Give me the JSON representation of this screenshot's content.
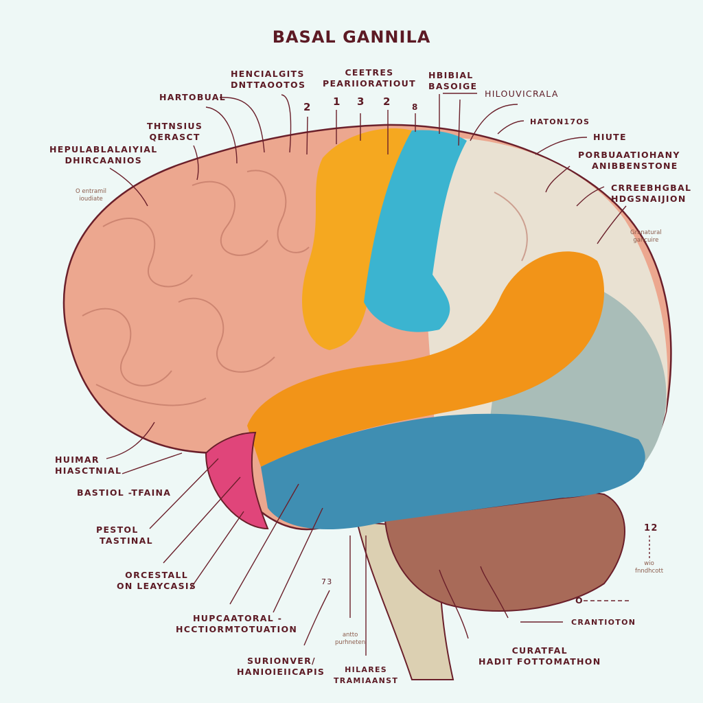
{
  "title": "BASAL GANNILA",
  "labels_top": {
    "hartobual": "HARTOBUAL",
    "hencialgits": [
      "HENCIALGITS",
      "DNTTAOOTOS"
    ],
    "ceetres": [
      "CEETRES",
      "PEARIIORATIOUT"
    ],
    "thtnsius": [
      "THTNSIUS",
      "QERASCT"
    ],
    "hepulablalaiyial": [
      "HEPULABLALAIYIAL",
      "DHIRCAANIOS"
    ],
    "o_entramil": [
      "O entramil",
      "ioudiate"
    ],
    "numbers": [
      "2",
      "1",
      "3",
      "2",
      "8"
    ],
    "hbibial": [
      "HBIBIAL",
      "BASOIGE"
    ],
    "hilouvicrala": "HILOUVICRALA",
    "haton17os": "HATON17OS",
    "hiute": "HIUTE",
    "porbuaatiohany": [
      "PORBUAATIOHANY",
      "ANIBBENSTONE"
    ],
    "crreebhgbal": [
      "CRREEBHGBAL",
      "HDGSNAIJION"
    ],
    "granatural": [
      "Granatural",
      "gancuire"
    ]
  },
  "labels_bottom": {
    "huimar": [
      "HUIMAR",
      "HIASCTNIAL"
    ],
    "bastiol": "BASTIOL -TFAINA",
    "pestol": [
      "PESTOL",
      "TASTINAL"
    ],
    "orcestall": [
      "ORCESTALL",
      "ON LEAYCASIS"
    ],
    "hupcaatoral": [
      "HUPCAATORAL -",
      "HCCTIORMTOTUATION"
    ],
    "suriônver": [
      "SURIONVER/",
      "HANIOIEIICAPIS"
    ],
    "num_73": "73",
    "anto": [
      "antto",
      "purhneten"
    ],
    "hilares": [
      "HILARES",
      "TRAMIAANST"
    ],
    "curatfal": [
      "CURATFAL",
      "HADIT FOTTOMATHON"
    ],
    "crantioton": "CRANTIOTON",
    "num_12": "12",
    "wio": [
      "wio",
      "fnndhcott"
    ],
    "o_marker": "O"
  },
  "colors": {
    "background": "#eef8f6",
    "text": "#5c1a24",
    "frontal": "#eca78f",
    "motor": "#f5a820",
    "sensory": "#3bb4d0",
    "parietal": "#e9e1d2",
    "temporal_band": "#f29418",
    "temporal": "#3f8eb2",
    "pole": "#e0457a",
    "cerebellum": "#a86a58",
    "brainstem": "#dcd0b2"
  }
}
